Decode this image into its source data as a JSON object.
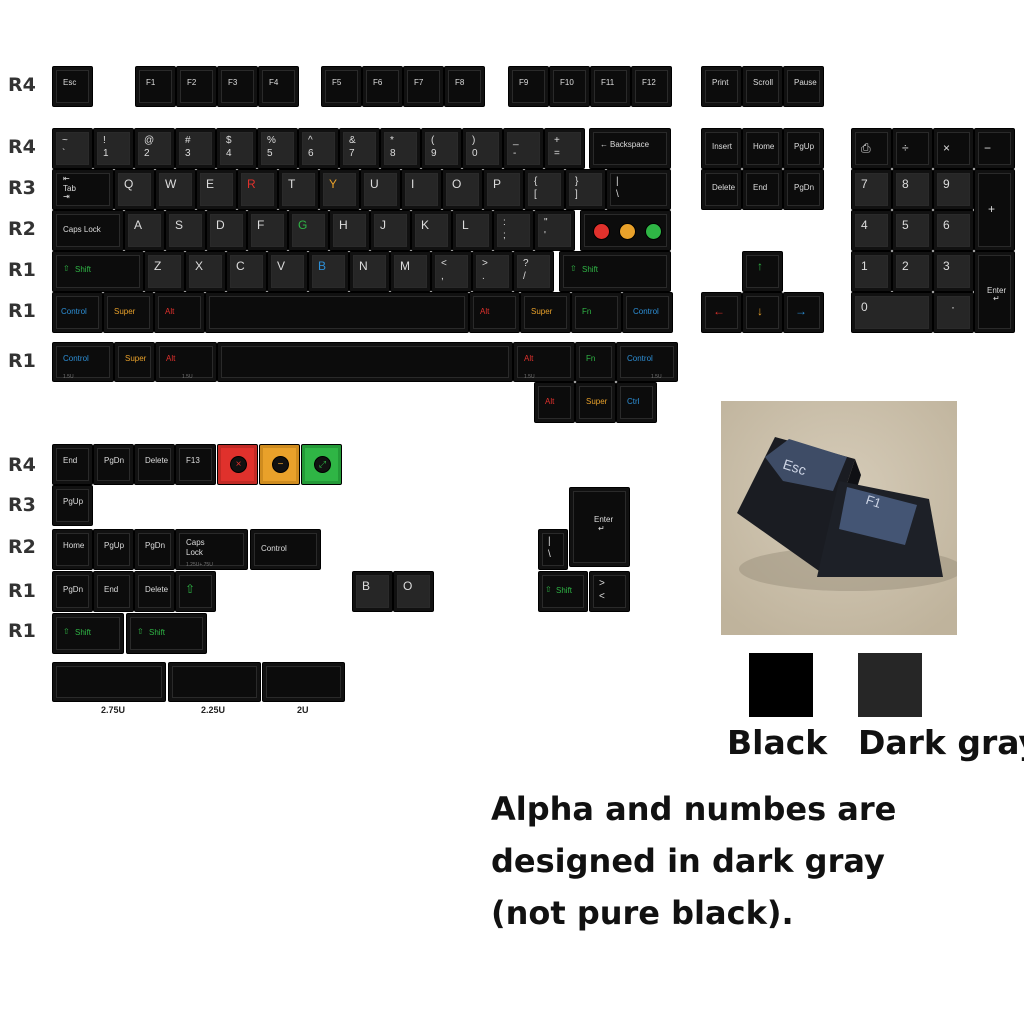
{
  "row_labels": [
    "R4",
    "R4",
    "R3",
    "R2",
    "R1",
    "R1",
    "R1",
    "R4",
    "R3",
    "R2",
    "R1",
    "R1"
  ],
  "fn_row": {
    "esc": "Esc",
    "f": [
      "F1",
      "F2",
      "F3",
      "F4",
      "F5",
      "F6",
      "F7",
      "F8",
      "F9",
      "F10",
      "F11",
      "F12"
    ],
    "nav": [
      "Print",
      "Scroll",
      "Pause"
    ]
  },
  "num_row": {
    "top": [
      "~",
      "!",
      "@",
      "#",
      "$",
      "%",
      "^",
      "&",
      "*",
      "(",
      ")",
      "_",
      "+"
    ],
    "bottom": [
      "`",
      "1",
      "2",
      "3",
      "4",
      "5",
      "6",
      "7",
      "8",
      "9",
      "0",
      "-",
      "="
    ],
    "backspace": "Backspace"
  },
  "q_row": {
    "tab": "Tab",
    "letters": [
      "Q",
      "W",
      "E",
      "R",
      "T",
      "Y",
      "U",
      "I",
      "O",
      "P"
    ],
    "brackets_top": [
      "{",
      "}",
      "|"
    ],
    "brackets_bottom": [
      "[",
      "]",
      "\\"
    ]
  },
  "a_row": {
    "caps": "Caps Lock",
    "letters": [
      "A",
      "S",
      "D",
      "F",
      "G",
      "H",
      "J",
      "K",
      "L"
    ],
    "punct_top": [
      ":",
      "\""
    ],
    "punct_bottom": [
      ";",
      "'"
    ]
  },
  "z_row": {
    "shift": "Shift",
    "letters": [
      "Z",
      "X",
      "C",
      "V",
      "B",
      "N",
      "M"
    ],
    "punct_top": [
      "<",
      ">",
      "?"
    ],
    "punct_bottom": [
      ",",
      ".",
      "/"
    ],
    "rshift": "Shift"
  },
  "bottom_row": {
    "control": "Control",
    "super": "Super",
    "alt": "Alt",
    "ralt": "Alt",
    "rsuper": "Super",
    "fn": "Fn",
    "rcontrol": "Control"
  },
  "nav_cluster": {
    "r1": [
      "Insert",
      "Home",
      "PgUp"
    ],
    "r2": [
      "Delete",
      "End",
      "PgDn"
    ]
  },
  "numpad": {
    "top": [
      "⎙",
      "÷",
      "×",
      "−"
    ],
    "r2": [
      "7",
      "8",
      "9"
    ],
    "plus": "+",
    "r3": [
      "4",
      "5",
      "6"
    ],
    "r4": [
      "1",
      "2",
      "3"
    ],
    "enter": "Enter",
    "zero": "0",
    "dot": "·"
  },
  "alt_bottom": {
    "control": "Control",
    "super": "Super",
    "alt": "Alt",
    "ralt": "Alt",
    "fn": "Fn",
    "rcontrol": "Control",
    "sub_a": "1.5U",
    "sub_b": "1.5U",
    "sub_c": "1.5U",
    "sub_d": "1.5U",
    "extra": [
      "Alt",
      "Super",
      "Ctrl"
    ]
  },
  "extras": {
    "r4": [
      "End",
      "PgDn",
      "Delete",
      "F13"
    ],
    "r3": [
      "PgUp"
    ],
    "r2": [
      "Home",
      "PgUp",
      "PgDn",
      "Caps\nLock",
      "Control"
    ],
    "r2_caps_sub": "1.25U+.75U",
    "r1a": [
      "PgDn",
      "End",
      "Delete"
    ],
    "r1b": [
      "Shift",
      "Shift"
    ],
    "spacebar_labels": [
      "2.75U",
      "2.25U",
      "2U"
    ],
    "b_key": "B",
    "o_key": "O",
    "enter": "Enter",
    "pipe_top": "|",
    "pipe_bottom": "\\",
    "rshift": "Shift",
    "lt_top": ">",
    "lt_bottom": "<"
  },
  "photo_keys": [
    "Esc",
    "F1"
  ],
  "swatches": {
    "black": "Black",
    "darkgray": "Dark gray",
    "black_hex": "#000000",
    "darkgray_hex": "#262626"
  },
  "note": [
    "Alpha and numbes are",
    "designed in dark gray",
    "(not pure black)."
  ],
  "colors": {
    "red": "#e0312c",
    "orange": "#e9a12a",
    "green": "#2fb545",
    "blue": "#2d8fd6"
  }
}
